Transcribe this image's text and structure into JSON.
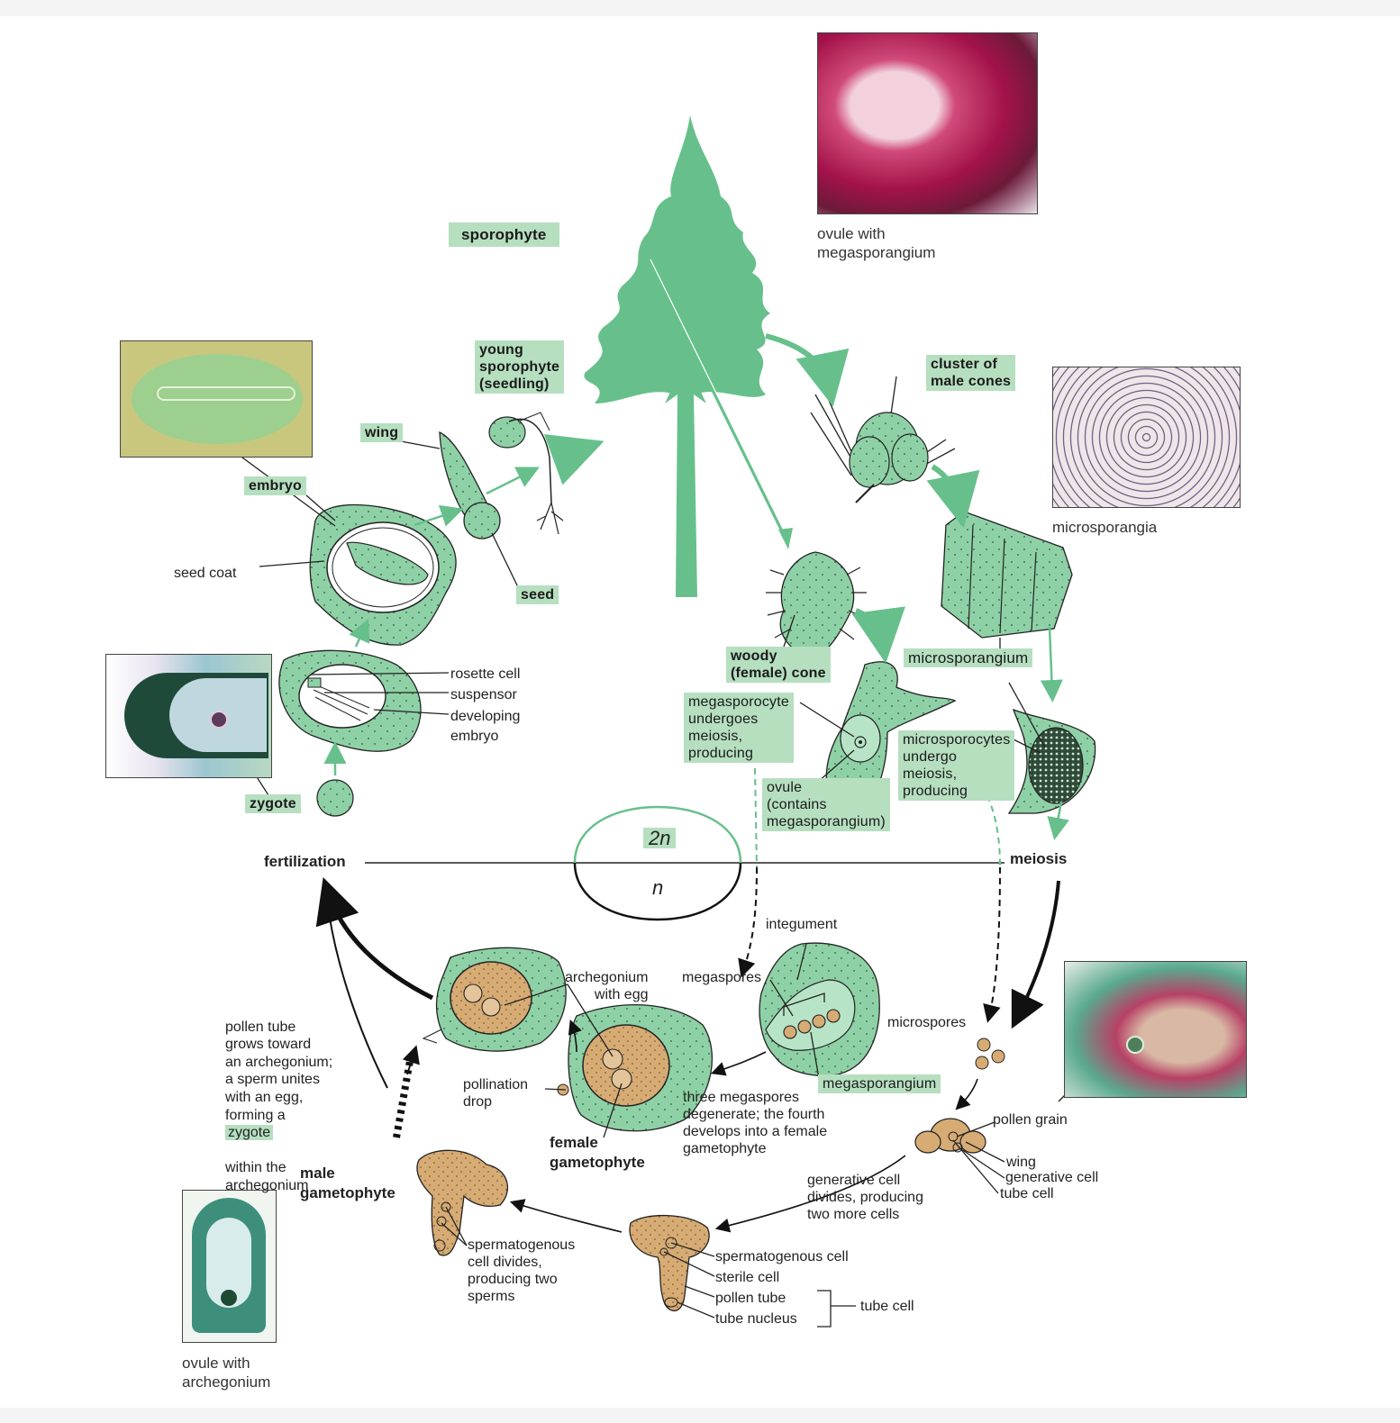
{
  "colors": {
    "tissue_green": "#8fd1a6",
    "sporophyte_green": "#67c08b",
    "gametophyte_tan": "#d6ab74",
    "label_highlight": "#b6dfc0"
  },
  "labels": {
    "sporophyte": "sporophyte",
    "young_sporophyte": "young\nsporophyte\n(seedling)",
    "wing_seed": "wing",
    "embryo": "embryo",
    "seed_coat": "seed coat",
    "seed": "seed",
    "rosette_cell": "rosette cell",
    "suspensor": "suspensor",
    "developing_embryo": "developing\nembryo",
    "zygote": "zygote",
    "fertilization": "fertilization",
    "two_n": "2n",
    "n": "n",
    "meiosis": "meiosis",
    "cluster_male_cones": "cluster of\nmale cones",
    "woody_cone": "woody\n(female) cone",
    "microsporangium": "microsporangium",
    "megasporocyte": "megasporocyte\nundergoes\nmeiosis,\nproducing",
    "ovule_contains": "ovule\n(contains\nmegasporangium)",
    "microsporocytes": "microsporocytes\nundergo\nmeiosis,\nproducing",
    "integument": "integument",
    "megaspores": "megaspores",
    "megasporangium": "megasporangium",
    "three_megaspores": "three megaspores\ndegenerate; the fourth\ndevelops into a female\ngametophyte",
    "microspores": "microspores",
    "pollen_grain": "pollen grain",
    "wing_pollen": "wing",
    "generative_cell": "generative cell",
    "tube_cell_pollen": "tube cell",
    "generative_divides": "generative cell\ndivides, producing\ntwo more cells",
    "spermatogenous_cell": "spermatogenous cell",
    "sterile_cell": "sterile cell",
    "pollen_tube": "pollen tube",
    "tube_nucleus": "tube nucleus",
    "tube_cell_bracket": "tube cell",
    "spermatogenous_divides": "spermatogenous\ncell divides,\nproducing two\nsperms",
    "male_gametophyte": "male\ngametophyte",
    "female_gametophyte": "female\ngametophyte",
    "pollination_drop": "pollination\ndrop",
    "archegonium_with_egg": "archegonium\nwith egg",
    "pollen_tube_grows": "pollen tube\ngrows toward\nan archegonium;\na sperm unites\nwith an egg,\nforming a",
    "zygote_inline": "zygote",
    "within_archegonium": "within the\narchegonium"
  },
  "captions": {
    "ovule_megasporangium": "ovule with\nmegasporangium",
    "microsporangia": "microsporangia",
    "ovule_archegonium": "ovule with\narchegonium"
  }
}
